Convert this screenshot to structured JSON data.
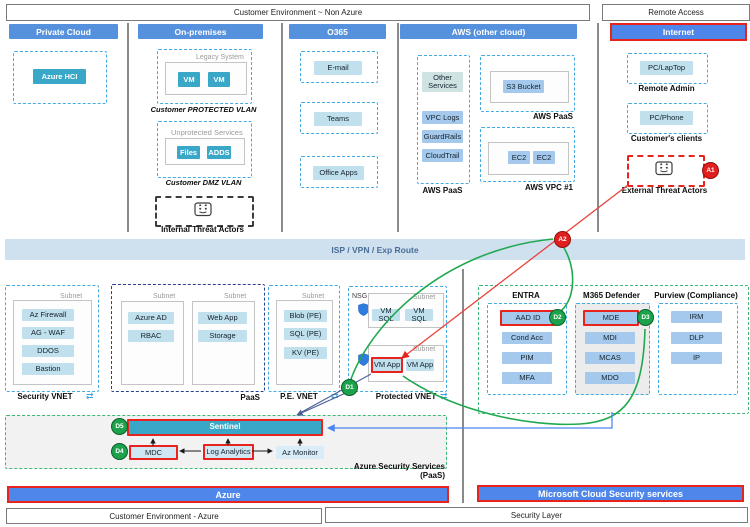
{
  "title_bars": {
    "customer_env_non_azure": "Customer Environment ~ Non Azure",
    "remote_access": "Remote Access",
    "isp_bar": "ISP / VPN / Exp Route",
    "azure_bar": "Azure",
    "ms_cloud_bar": "Microsoft Cloud Security services",
    "customer_env_azure": "Customer Environment - Azure",
    "security_layer": "Security Layer"
  },
  "private_cloud": {
    "header": "Private Cloud",
    "azure_hci": "Azure HCI"
  },
  "on_premises": {
    "header": "On-premises",
    "legacy_system": "Legacy System",
    "vm1": "VM",
    "vm2": "VM",
    "protected_vlan_label": "Customer PROTECTED VLAN",
    "unprotected_services": "Unprotected Services",
    "files": "Files",
    "adds": "ADDS",
    "dmz_vlan_label": "Customer DMZ VLAN",
    "internal_threat_label": "Internal Threat Actors"
  },
  "o365": {
    "header": "O365",
    "email": "E-mail",
    "teams": "Teams",
    "office_apps": "Office Apps"
  },
  "aws": {
    "header": "AWS (other cloud)",
    "other_services": "Other Services",
    "vpc_logs": "VPC Logs",
    "guardrails": "GuardRails",
    "cloudtrail": "CloudTrail",
    "paas_label_left": "AWS PaaS",
    "s3_bucket": "S3 Bucket",
    "paas_label_right": "AWS PaaS",
    "ec2_1": "EC2",
    "ec2_2": "EC2",
    "vpc_label": "AWS VPC #1"
  },
  "remote": {
    "internet": "Internet",
    "pc_laptop": "PC/LapTop",
    "remote_admin": "Remote Admin",
    "pc_phone": "PC/Phone",
    "customers_clients": "Customer's clients",
    "external_threat_label": "External Threat Actors"
  },
  "vnets": {
    "subnet_label": "Subnet",
    "security_vnet": {
      "items": [
        "Az Firewall",
        "AG - WAF",
        "DDOS",
        "Bastion"
      ],
      "label": "Security VNET"
    },
    "paas": {
      "subnet1": [
        "Azure AD",
        "RBAC"
      ],
      "subnet2": [
        "Web App",
        "Storage"
      ],
      "label": "PaaS"
    },
    "pe_vnet": {
      "items": [
        "Blob (PE)",
        "SQL (PE)",
        "KV (PE)"
      ],
      "label": "P.E. VNET"
    },
    "protected_vnet": {
      "nsg": "NSG",
      "subnet1": [
        "VM SQL",
        "VM SQL"
      ],
      "subnet2": [
        "VM App",
        "VM App"
      ],
      "label": "Protected VNET"
    }
  },
  "ms_security": {
    "entra": {
      "header": "ENTRA",
      "items": [
        "AAD ID",
        "Cond Acc",
        "PIM",
        "MFA"
      ]
    },
    "defender": {
      "header": "M365 Defender",
      "items": [
        "MDE",
        "MDI",
        "MCAS",
        "MDO"
      ]
    },
    "purview": {
      "header": "Purview (Compliance)",
      "items": [
        "IRM",
        "DLP",
        "IP"
      ]
    }
  },
  "security_services": {
    "sentinel": "Sentinel",
    "mdc": "MDC",
    "log_analytics": "Log Analytics",
    "az_monitor": "Az Monitor",
    "label_line1": "Azure Security Services",
    "label_line2": "(PaaS)"
  },
  "badges": {
    "a1": "A1",
    "a2": "A2",
    "d1": "D1",
    "d2": "D2",
    "d3": "D3",
    "d4": "D4",
    "d5": "D5"
  },
  "colors": {
    "red_highlight": "#e8231d",
    "green_flow": "#21a94f",
    "teal": "#38a7c8",
    "header_blue": "#5591dc",
    "bottom_blue": "#4e86ea",
    "navy_line": "#4a5d96",
    "blue_line": "#4b86f0"
  }
}
